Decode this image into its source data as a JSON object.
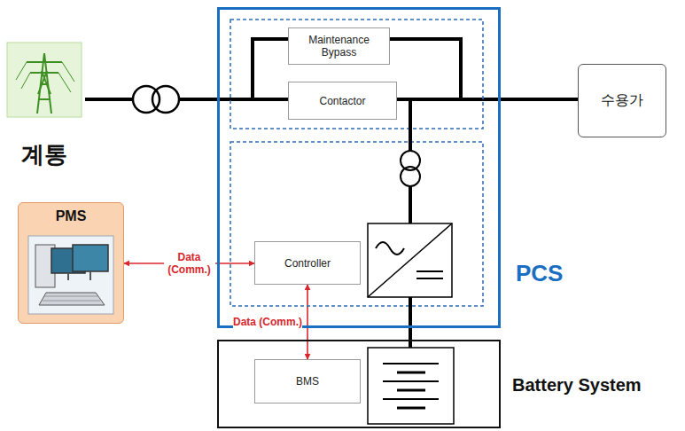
{
  "diagram": {
    "nodes": [
      {
        "text": [
          "계통"
        ]
      },
      {
        "text": [
          "PCS"
        ]
      },
      {
        "text": [
          "Maintenance Bypass"
        ],
        "in": 1
      },
      {
        "text": [
          "Contactor"
        ],
        "in": 1
      },
      {
        "text": [
          "Controller"
        ],
        "in": 1
      },
      {
        "text": [
          "PMS"
        ]
      },
      {
        "text": [
          "수용가"
        ]
      },
      {
        "text": [
          "Battery System"
        ]
      },
      {
        "text": [
          "BMS"
        ],
        "in": 7
      }
    ],
    "edges": [
      {
        "from": 0,
        "to": 3,
        "arrow": "none"
      },
      {
        "from": 3,
        "to": 6,
        "arrow": "none"
      },
      {
        "from": 5,
        "to": 4,
        "label": "Data (Comm.)",
        "arrow": "both"
      },
      {
        "from": 4,
        "to": 8,
        "label": "Data (Comm.)",
        "arrow": "both"
      }
    ]
  }
}
